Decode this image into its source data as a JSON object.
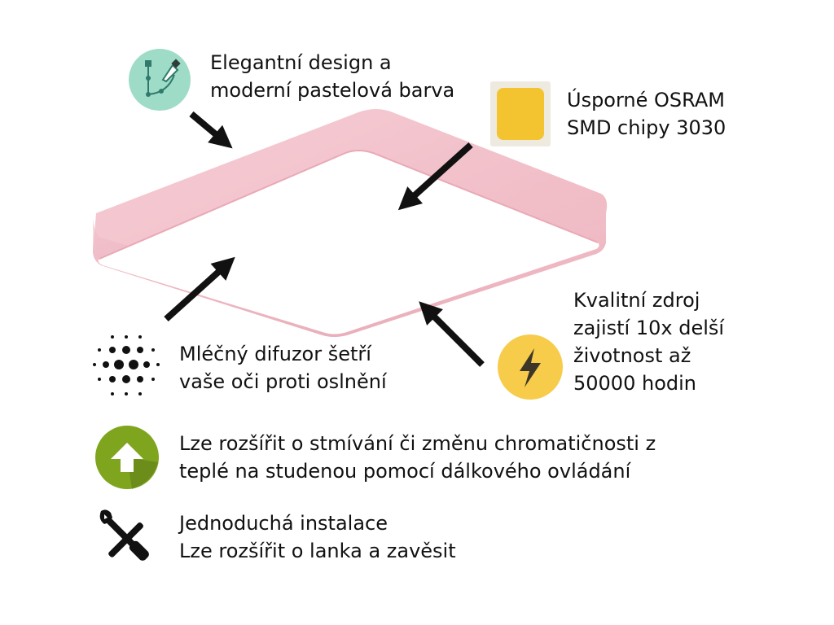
{
  "features": {
    "design": {
      "icon": "design-pen-icon",
      "lines": [
        "Elegantní design a",
        "moderní pastelová barva"
      ]
    },
    "chips": {
      "icon": "led-chip-icon",
      "lines": [
        "Úsporné OSRAM",
        "SMD chipy 3030"
      ]
    },
    "diffuser": {
      "icon": "dots-pattern-icon",
      "lines": [
        "Mléčný difuzor šetří",
        "vaše oči proti oslnění"
      ]
    },
    "power": {
      "icon": "lightning-icon",
      "lines": [
        "Kvalitní zdroj",
        "zajistí 10x delší",
        "životnost až",
        "50000 hodin"
      ]
    },
    "dimming": {
      "icon": "upgrade-arrow-icon",
      "lines": [
        "Lze rozšířit o stmívání či změnu chromatičnosti z",
        "teplé na studenou pomocí dálkového ovládání"
      ]
    },
    "install": {
      "icon": "tools-icon",
      "lines": [
        "Jednoduchá instalace",
        "Lze rozšířit o lanka a zavěsit"
      ]
    }
  },
  "colors": {
    "frame_pink": "#f3c4cd",
    "design_icon_bg": "#9fdcc8",
    "chip_yellow": "#f4c430",
    "power_icon_bg": "#f6cc4a",
    "dimming_icon_bg": "#7fa51f"
  }
}
